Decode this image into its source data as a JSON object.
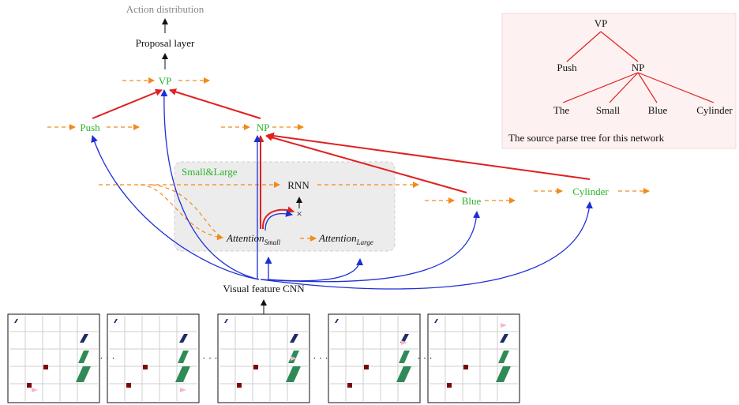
{
  "colors": {
    "green": "#2bb32b",
    "orange": "#f28a1a",
    "red": "#e02020",
    "blue": "#1f2fd6",
    "parse_box_bg": "#fdf1f1",
    "attention_box_bg": "#ececec",
    "object_navy": "#1d2b6b",
    "object_green": "#2e8b57",
    "object_maroon": "#7a0a0a",
    "agent_pink": "#f5b7c4"
  },
  "network": {
    "action_distribution": "Action distribution",
    "proposal_layer": "Proposal layer",
    "vp": "VP",
    "push": "Push",
    "np": "NP",
    "small_large": "Small&Large",
    "rnn": "RNN",
    "multiply": "×",
    "attention": "Attention",
    "attention_small_sub": "Small",
    "attention_large_sub": "Large",
    "blue": "Blue",
    "cylinder": "Cylinder",
    "visual_cnn": "Visual feature CNN"
  },
  "parse_tree": {
    "root": "VP",
    "push": "Push",
    "np": "NP",
    "leaves": [
      "The",
      "Small",
      "Blue",
      "Cylinder"
    ],
    "caption": "The source parse tree for this network"
  },
  "frames": {
    "ellipsis": "· · ·",
    "count": 5
  }
}
